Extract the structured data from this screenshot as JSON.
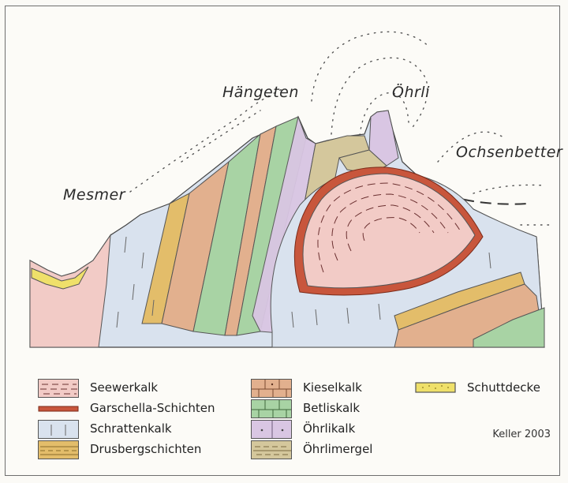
{
  "places": {
    "mesmer": "Mesmer",
    "haengeten": "Hängeten",
    "oehrli": "Öhrli",
    "ochsenbetter": "Ochsenbetter"
  },
  "legend": {
    "seewerkalk": "Seewerkalk",
    "garschella": "Garschella-Schichten",
    "schrattenkalk": "Schrattenkalk",
    "drusberg": "Drusbergschichten",
    "kieselkalk": "Kieselkalk",
    "betliskalk": "Betliskalk",
    "oehrlikalk": "Öhrlikalk",
    "oehrlimergel": "Öhrlimergel",
    "schuttdecke": "Schuttdecke"
  },
  "credit": "Keller 2003",
  "colors": {
    "seewerkalk": "#f2cbc6",
    "garschella": "#c8563c",
    "schrattenkalk": "#d9e2ee",
    "drusberg": "#e3bd6a",
    "kieselkalk": "#e2b08e",
    "betliskalk": "#a8d3a4",
    "oehrlikalk": "#d9c6e3",
    "oehrlimergel": "#d4c79c",
    "schuttdecke": "#efe06a"
  }
}
